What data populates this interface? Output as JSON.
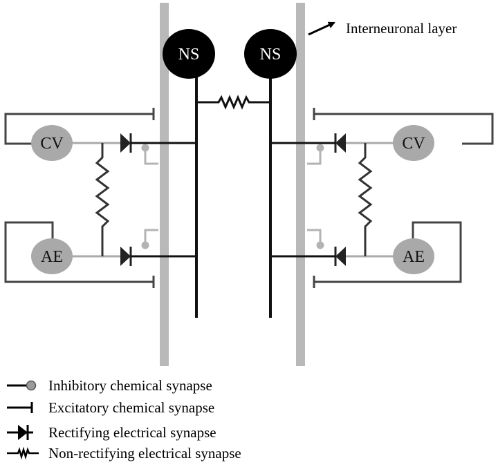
{
  "diagram": {
    "nodes": {
      "ns_left": "NS",
      "ns_right": "NS",
      "cv_left": "CV",
      "ae_left": "AE",
      "cv_right": "CV",
      "ae_right": "AE"
    },
    "annotation": "Interneuronal layer",
    "colors": {
      "membrane": "#b9b9b9",
      "line": "#444444",
      "neuron_dark": "#000000",
      "neuron_gray": "#a9a9a9",
      "inhibitory": "#b3b3b3"
    }
  },
  "legend": [
    {
      "symbol": "inhibitory-chemical-synapse-icon",
      "label": "Inhibitory chemical synapse"
    },
    {
      "symbol": "excitatory-chemical-synapse-icon",
      "label": "Excitatory chemical synapse"
    },
    {
      "symbol": "rectifying-electrical-synapse-icon",
      "label": "Rectifying electrical synapse"
    },
    {
      "symbol": "non-rectifying-electrical-synapse-icon",
      "label": "Non-rectifying electrical synapse"
    }
  ]
}
